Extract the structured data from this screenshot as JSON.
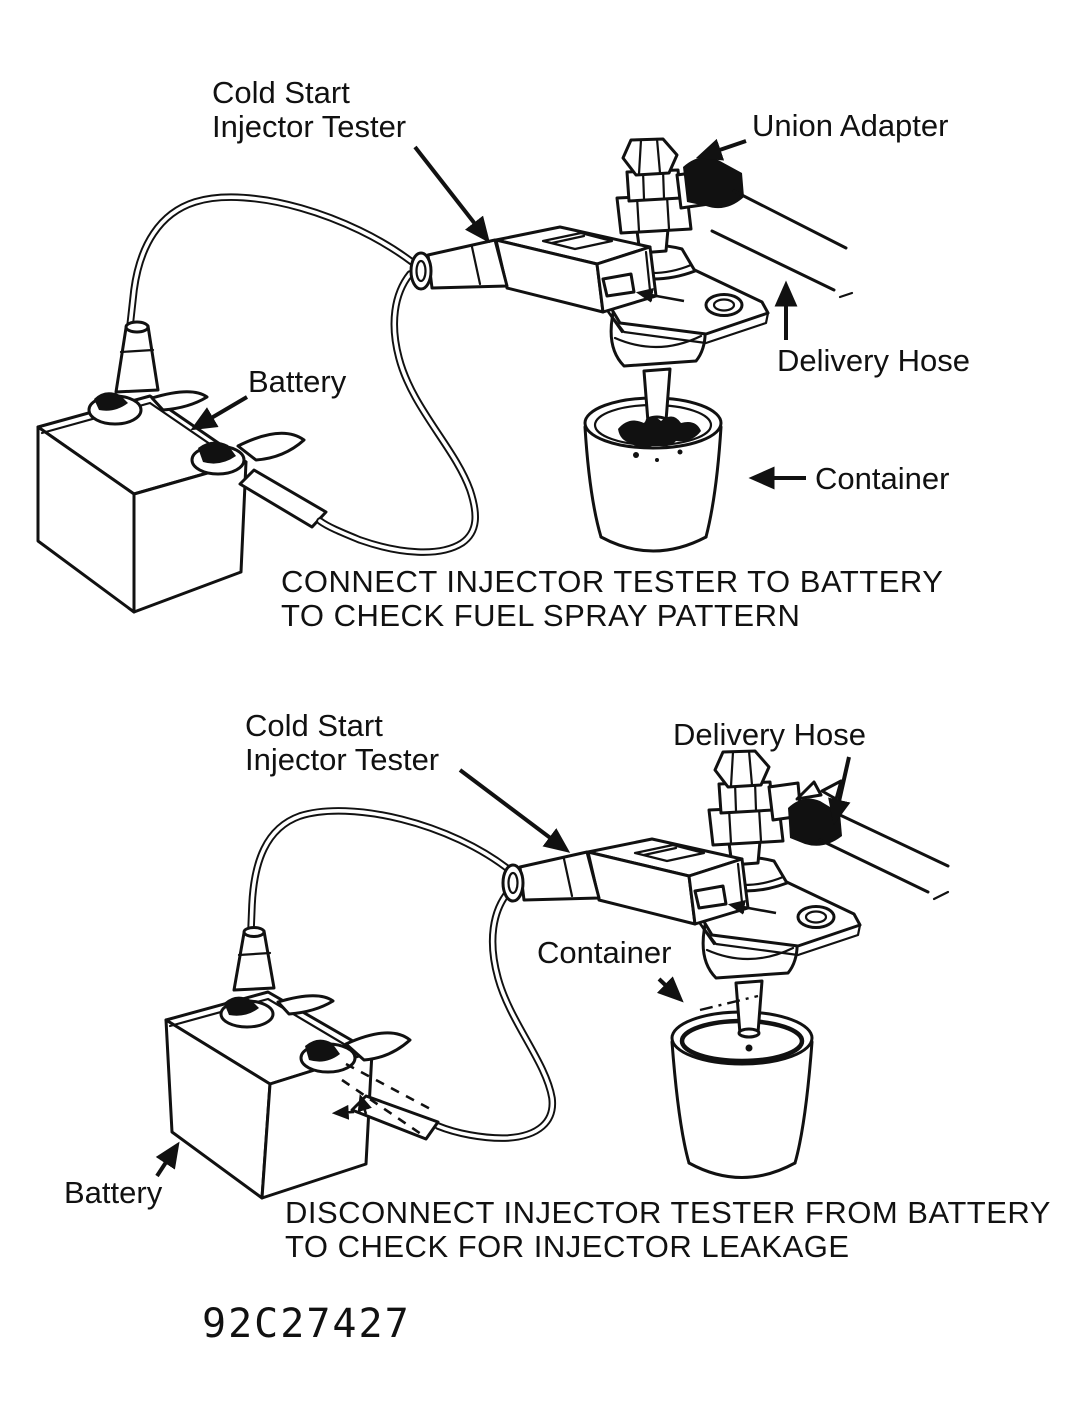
{
  "colors": {
    "ink": "#111111",
    "paper": "#ffffff"
  },
  "figure_code": "92C27427",
  "diagram_top": {
    "labels": {
      "tester_line1": "Cold Start",
      "tester_line2": "Injector Tester",
      "union_adapter": "Union Adapter",
      "delivery_hose": "Delivery Hose",
      "battery": "Battery",
      "container": "Container"
    },
    "caption_line1": "CONNECT INJECTOR TESTER TO BATTERY",
    "caption_line2": "TO CHECK FUEL SPRAY PATTERN"
  },
  "diagram_bottom": {
    "labels": {
      "tester_line1": "Cold Start",
      "tester_line2": "Injector Tester",
      "delivery_hose": "Delivery Hose",
      "container": "Container",
      "battery": "Battery"
    },
    "caption_line1": "DISCONNECT INJECTOR TESTER FROM BATTERY",
    "caption_line2": "TO CHECK FOR INJECTOR LEAKAGE"
  }
}
